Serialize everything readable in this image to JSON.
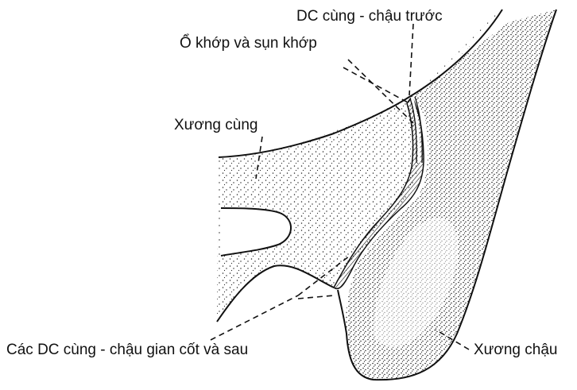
{
  "labels": {
    "anterior_ligament": "DC cùng - chậu trước",
    "joint_cavity": "Ổ khớp và sụn khớp",
    "sacrum": "Xương cùng",
    "posterior_ligaments": "Các DC cùng - chậu gian cốt và sau",
    "ilium": "Xương chậu"
  },
  "colors": {
    "ink": "#111111",
    "background": "#ffffff"
  }
}
